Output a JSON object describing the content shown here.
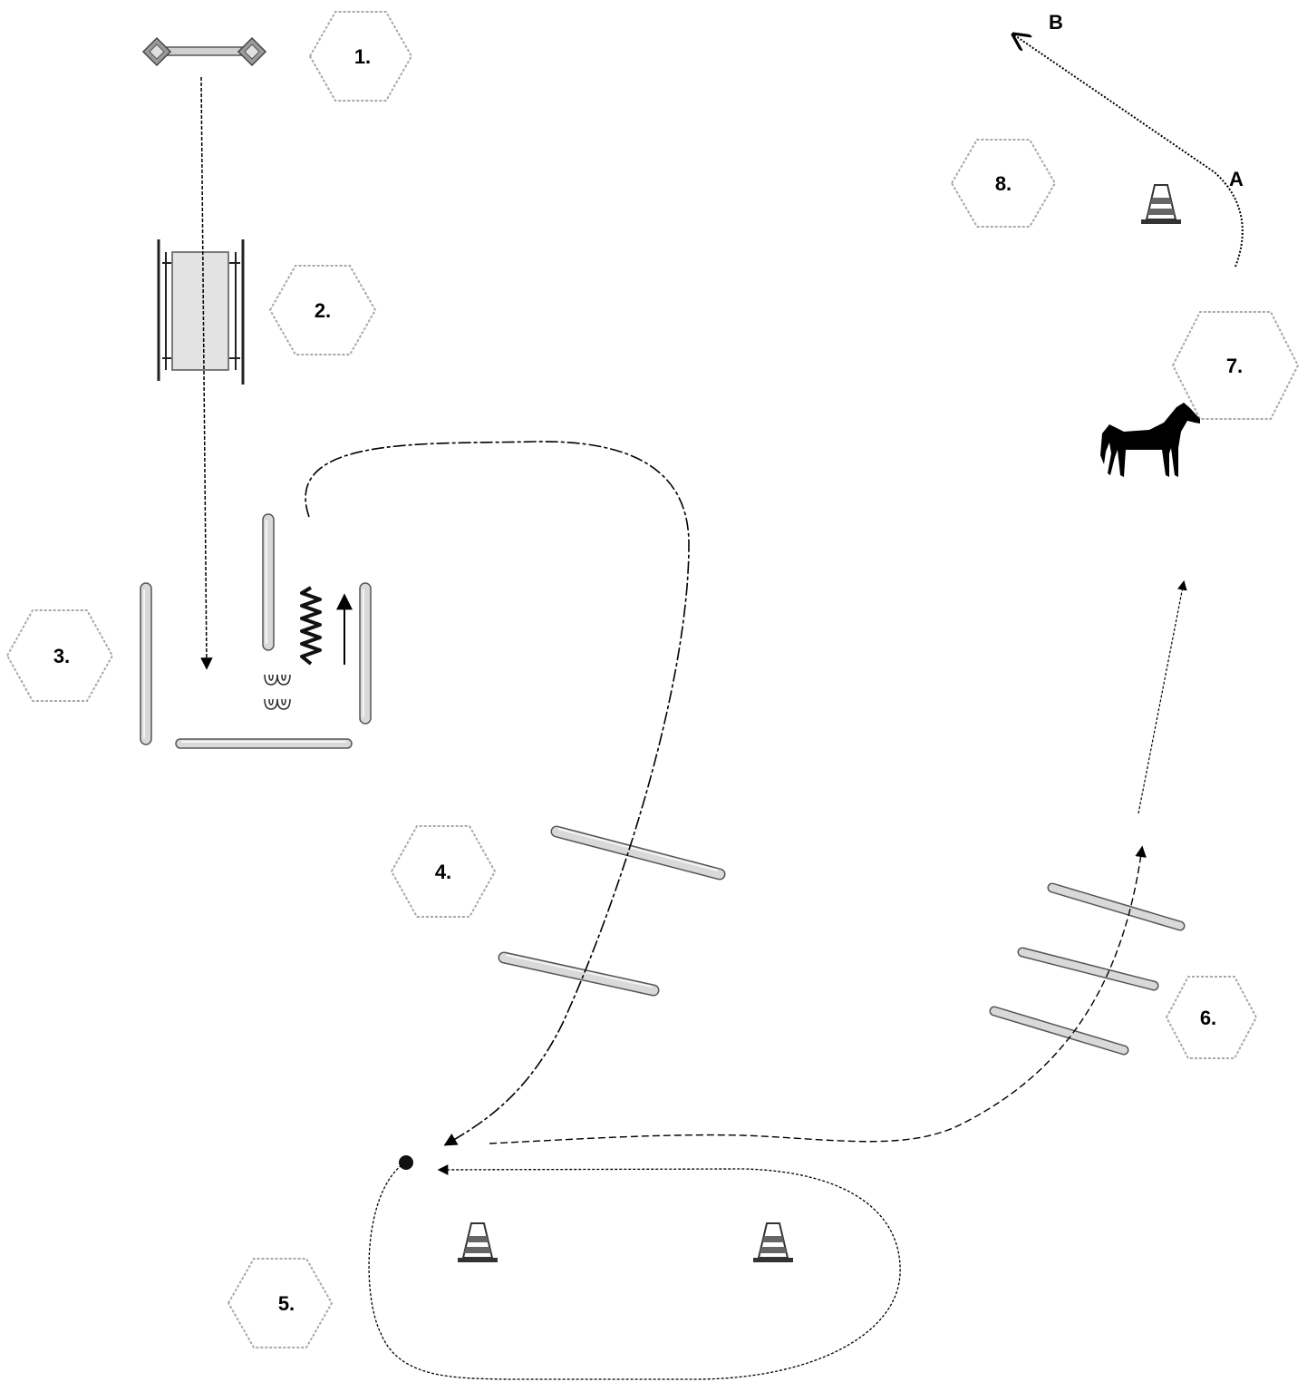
{
  "course": {
    "stations": [
      {
        "label": "1."
      },
      {
        "label": "2."
      },
      {
        "label": "3."
      },
      {
        "label": "4."
      },
      {
        "label": "5."
      },
      {
        "label": "6."
      },
      {
        "label": "7."
      },
      {
        "label": "8."
      }
    ],
    "markers": [
      {
        "label": "A"
      },
      {
        "label": "B"
      }
    ]
  },
  "icons": {
    "bridge": "bridge-icon",
    "wheel_frame": "wheel-frame-icon",
    "pole": "pole-icon",
    "cone": "cone-icon",
    "horse": "horse-icon",
    "horseshoe": "horseshoe-icon",
    "spring": "spring-icon",
    "ball": "ball-icon"
  },
  "colors": {
    "hex_stroke": "#a8a8a8",
    "pole_fill": "#d9d9d9",
    "path_stroke": "#000000"
  }
}
